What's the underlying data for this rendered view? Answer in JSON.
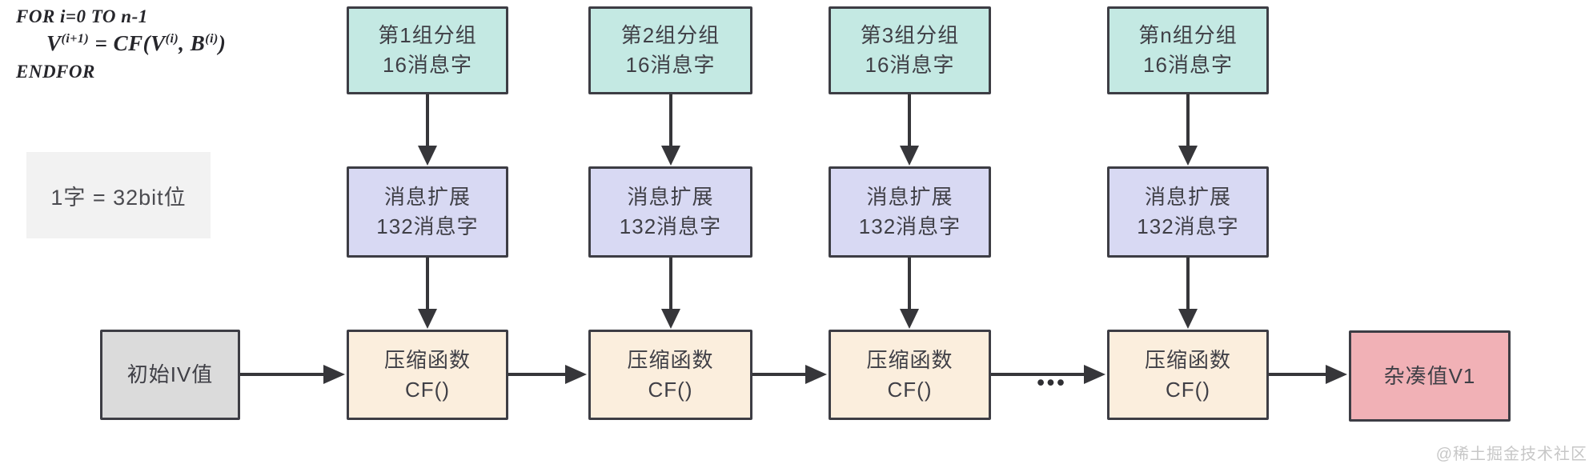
{
  "colors": {
    "bg": "#ffffff",
    "teal": "#c4e9e3",
    "purple": "#d8d9f3",
    "peach": "#fbeedd",
    "gray-box": "#dbdbdb",
    "pink": "#f1b1b6",
    "note-bg": "#f2f2f2",
    "border": "#3d3d44",
    "arrow": "#36363a",
    "text": "#3f3f46",
    "watermark": "#c7c7c7"
  },
  "pseudocode": {
    "line1": "FOR i=0 TO n-1",
    "assign": {
      "v": "V",
      "v_sup": "(i+1)",
      "mid": " = CF(",
      "v2": "V",
      "v2_sup": "(i)",
      "comma": ", ",
      "b": "B",
      "b_sup": "(i)",
      "close": ")"
    },
    "line3": "ENDFOR"
  },
  "note": "1字 = 32bit位",
  "columns": [
    {
      "group_line1": "第1组分组",
      "group_line2": "16消息字",
      "expand_line1": "消息扩展",
      "expand_line2": "132消息字",
      "cf_line1": "压缩函数",
      "cf_line2": "CF()"
    },
    {
      "group_line1": "第2组分组",
      "group_line2": "16消息字",
      "expand_line1": "消息扩展",
      "expand_line2": "132消息字",
      "cf_line1": "压缩函数",
      "cf_line2": "CF()"
    },
    {
      "group_line1": "第3组分组",
      "group_line2": "16消息字",
      "expand_line1": "消息扩展",
      "expand_line2": "132消息字",
      "cf_line1": "压缩函数",
      "cf_line2": "CF()"
    },
    {
      "group_line1": "第n组分组",
      "group_line2": "16消息字",
      "expand_line1": "消息扩展",
      "expand_line2": "132消息字",
      "cf_line1": "压缩函数",
      "cf_line2": "CF()"
    }
  ],
  "iv_label": "初始IV值",
  "hash_label": "杂凑值V1",
  "ellipsis": "•••",
  "watermark": "@稀土掘金技术社区"
}
